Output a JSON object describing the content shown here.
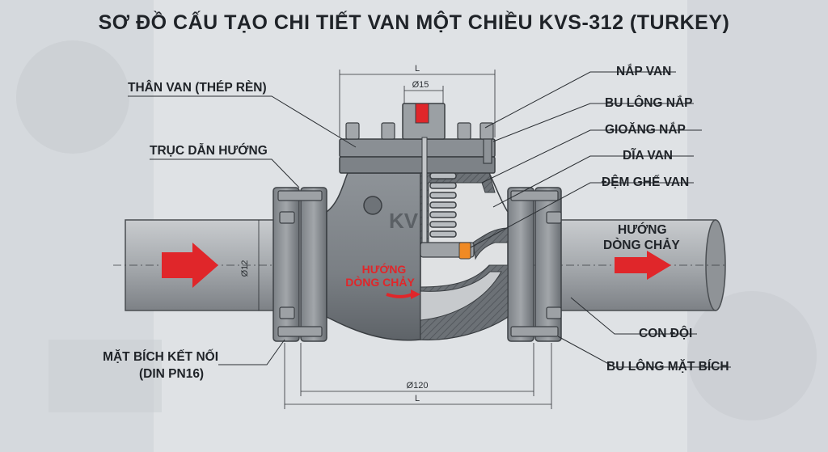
{
  "title": "SƠ ĐỒ CẤU TẠO CHI TIẾT VAN MỘT CHIỀU KVS-312 (TURKEY)",
  "labels": {
    "body": "THÂN VAN (THÉP RÈN)",
    "guide_shaft": "TRỤC DẪN HƯỚNG",
    "flange_line1": "MẶT BÍCH KẾT NỐI",
    "flange_line2": "(DIN PN16)",
    "bonnet": "NẮP VAN",
    "bonnet_bolt": "BU LÔNG NẮP",
    "bonnet_gasket": "GIOĂNG NẮP",
    "disc": "DĨA VAN",
    "seat": "ĐỆM GHẾ VAN",
    "nut": "CON ĐỘI",
    "flange_bolt": "BU LÔNG MẶT BÍCH",
    "flow_right_line1": "HƯỚNG",
    "flow_right_line2": "DÒNG CHẢY",
    "flow_inner_line1": "HƯỚNG",
    "flow_inner_line2": "DÒNG CHẢY"
  },
  "dimensions": {
    "top_length": "L",
    "stem_dia": "Ø15",
    "pipe_dia": "Ø12",
    "flange_dia": "Ø120",
    "bottom_length": "L"
  },
  "body_mark": "KV",
  "colors": {
    "text": "#1f2328",
    "arrow": "#e0262a",
    "metal": "#8a8f94",
    "section": "#6f7479",
    "seat": "#f08a24",
    "pipe": "#a9adb1"
  }
}
